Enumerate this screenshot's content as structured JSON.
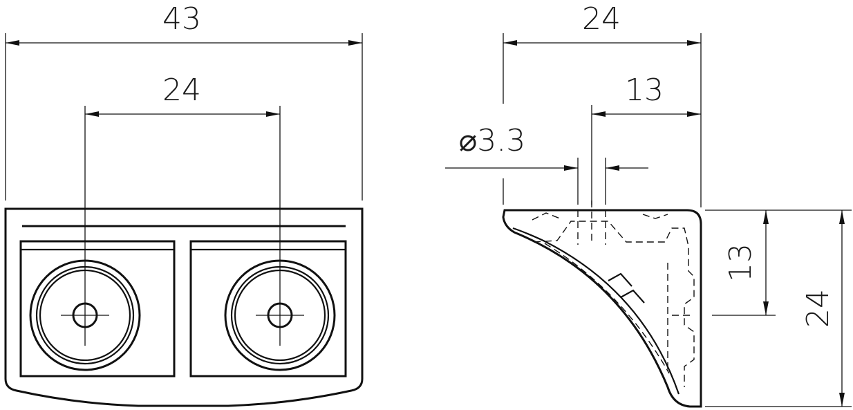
{
  "dimensions": {
    "front_width": "43",
    "front_hole_spacing": "24",
    "side_width": "24",
    "side_hole_offset": "13",
    "hole_diameter": "⌀3.3",
    "side_hole_height": "13",
    "side_height": "24"
  }
}
